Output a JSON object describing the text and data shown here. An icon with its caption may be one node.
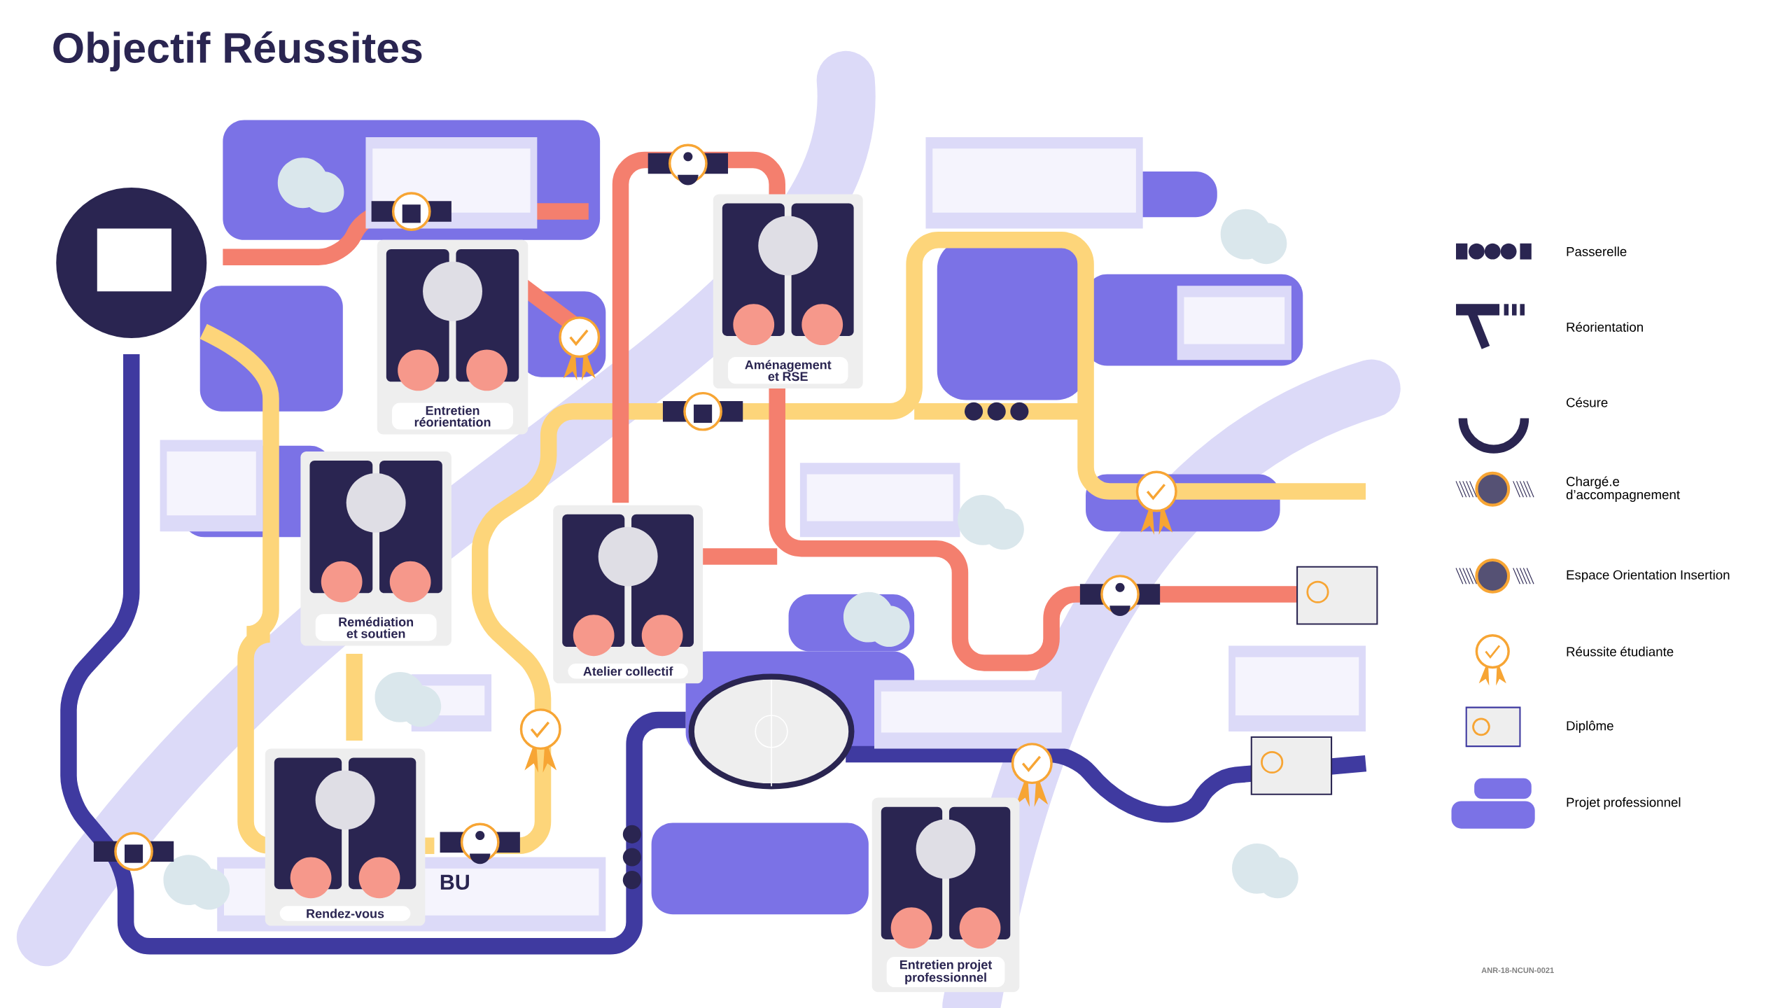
{
  "diagram": {
    "title": "Objectif Réussites",
    "nodes": [
      {
        "text": [
          "Entretien réorientation"
        ]
      },
      {
        "text": [
          "Aménagement et RSE"
        ]
      },
      {
        "text": [
          "Remédiation et soutien"
        ]
      },
      {
        "text": [
          "Atelier collectif"
        ]
      },
      {
        "text": [
          "Rendez-vous"
        ]
      },
      {
        "text": [
          "Entretien projet professionnel"
        ]
      }
    ],
    "labels": [
      "BU",
      "ANR-18-NCUN-0021"
    ],
    "legend": [
      {
        "text": "Passerelle"
      },
      {
        "text": "Réorientation"
      },
      {
        "text": "Césure"
      },
      {
        "text": "Chargé.e d’accompagnement"
      },
      {
        "text": "Espace Orientation Insertion"
      },
      {
        "text": "Réussite étudiante"
      },
      {
        "text": "Diplôme"
      },
      {
        "text": "Projet professionnel"
      }
    ]
  }
}
